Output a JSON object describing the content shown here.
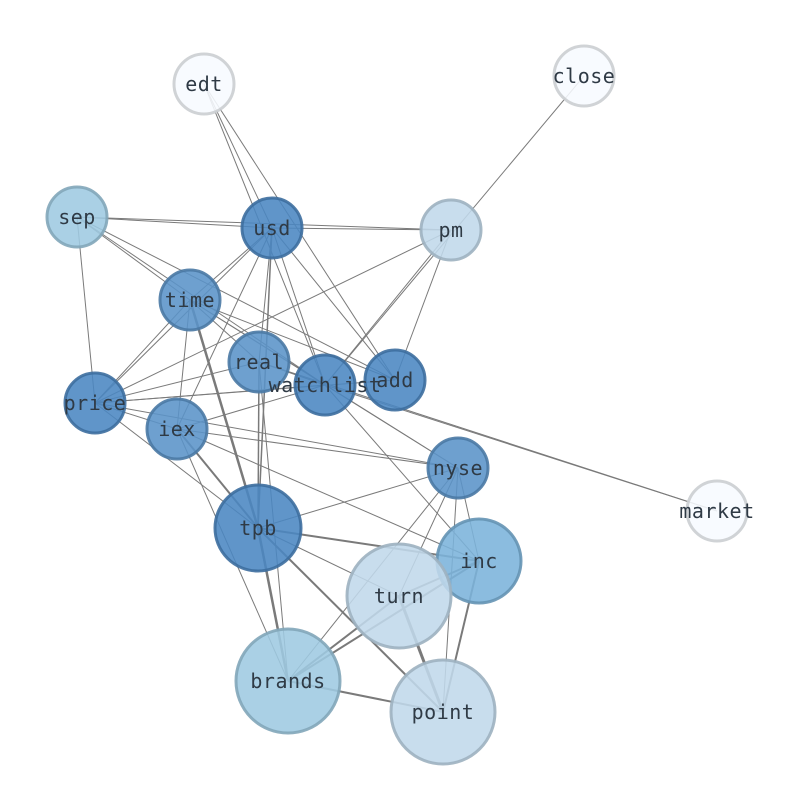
{
  "graph": {
    "nodes": [
      {
        "id": "edt",
        "label": "edt",
        "color": "#f7fbff"
      },
      {
        "id": "close",
        "label": "close",
        "color": "#f7fbff"
      },
      {
        "id": "sep",
        "label": "sep",
        "color": "#9ecae1"
      },
      {
        "id": "usd",
        "label": "usd",
        "color": "#4a86c2"
      },
      {
        "id": "pm",
        "label": "pm",
        "color": "#c0d8ea"
      },
      {
        "id": "time",
        "label": "time",
        "color": "#5a93c8"
      },
      {
        "id": "real",
        "label": "real",
        "color": "#5a93c8"
      },
      {
        "id": "add",
        "label": "add",
        "color": "#4a86c2"
      },
      {
        "id": "watchlist",
        "label": "watchlist",
        "color": "#4a86c2"
      },
      {
        "id": "price",
        "label": "price",
        "color": "#4a86c2"
      },
      {
        "id": "iex",
        "label": "iex",
        "color": "#5a93c8"
      },
      {
        "id": "nyse",
        "label": "nyse",
        "color": "#5a93c8"
      },
      {
        "id": "market",
        "label": "market",
        "color": "#f7fbff"
      },
      {
        "id": "tpb",
        "label": "tpb",
        "color": "#4a86c2"
      },
      {
        "id": "inc",
        "label": "inc",
        "color": "#7bb3db"
      },
      {
        "id": "turn",
        "label": "turn",
        "color": "#c0d8ea"
      },
      {
        "id": "brands",
        "label": "brands",
        "color": "#9ecae1"
      },
      {
        "id": "point",
        "label": "point",
        "color": "#c0d8ea"
      }
    ],
    "edges": [
      [
        "edt",
        "usd",
        1
      ],
      [
        "edt",
        "watchlist",
        1
      ],
      [
        "edt",
        "add",
        1
      ],
      [
        "close",
        "watchlist",
        1
      ],
      [
        "sep",
        "usd",
        1
      ],
      [
        "sep",
        "pm",
        1
      ],
      [
        "sep",
        "time",
        1
      ],
      [
        "sep",
        "price",
        1
      ],
      [
        "sep",
        "watchlist",
        1
      ],
      [
        "sep",
        "add",
        1
      ],
      [
        "usd",
        "pm",
        1
      ],
      [
        "usd",
        "time",
        1
      ],
      [
        "usd",
        "price",
        1
      ],
      [
        "usd",
        "real",
        1
      ],
      [
        "usd",
        "watchlist",
        1
      ],
      [
        "usd",
        "add",
        1
      ],
      [
        "usd",
        "tpb",
        1.5
      ],
      [
        "usd",
        "iex",
        1
      ],
      [
        "pm",
        "watchlist",
        1
      ],
      [
        "pm",
        "add",
        1
      ],
      [
        "pm",
        "price",
        1
      ],
      [
        "time",
        "price",
        1
      ],
      [
        "time",
        "iex",
        1
      ],
      [
        "time",
        "real",
        1
      ],
      [
        "time",
        "watchlist",
        1
      ],
      [
        "time",
        "add",
        1
      ],
      [
        "time",
        "tpb",
        2.5
      ],
      [
        "time",
        "nyse",
        1
      ],
      [
        "real",
        "price",
        1
      ],
      [
        "real",
        "watchlist",
        1
      ],
      [
        "real",
        "tpb",
        1.5
      ],
      [
        "real",
        "market",
        1
      ],
      [
        "real",
        "brands",
        1
      ],
      [
        "watchlist",
        "price",
        1
      ],
      [
        "watchlist",
        "iex",
        1
      ],
      [
        "watchlist",
        "market",
        1
      ],
      [
        "watchlist",
        "nyse",
        1
      ],
      [
        "watchlist",
        "inc",
        1
      ],
      [
        "add",
        "price",
        1
      ],
      [
        "price",
        "iex",
        1
      ],
      [
        "price",
        "nyse",
        1
      ],
      [
        "price",
        "tpb",
        1
      ],
      [
        "iex",
        "nyse",
        1
      ],
      [
        "iex",
        "tpb",
        2
      ],
      [
        "iex",
        "inc",
        1
      ],
      [
        "iex",
        "brands",
        1
      ],
      [
        "nyse",
        "tpb",
        1
      ],
      [
        "nyse",
        "turn",
        1
      ],
      [
        "nyse",
        "brands",
        1
      ],
      [
        "nyse",
        "point",
        1
      ],
      [
        "nyse",
        "inc",
        1
      ],
      [
        "tpb",
        "inc",
        2
      ],
      [
        "tpb",
        "turn",
        1
      ],
      [
        "tpb",
        "brands",
        2.5
      ],
      [
        "tpb",
        "point",
        2
      ],
      [
        "inc",
        "turn",
        2
      ],
      [
        "inc",
        "brands",
        2
      ],
      [
        "inc",
        "point",
        2
      ],
      [
        "turn",
        "brands",
        2
      ],
      [
        "turn",
        "point",
        3
      ],
      [
        "brands",
        "point",
        2
      ]
    ]
  }
}
